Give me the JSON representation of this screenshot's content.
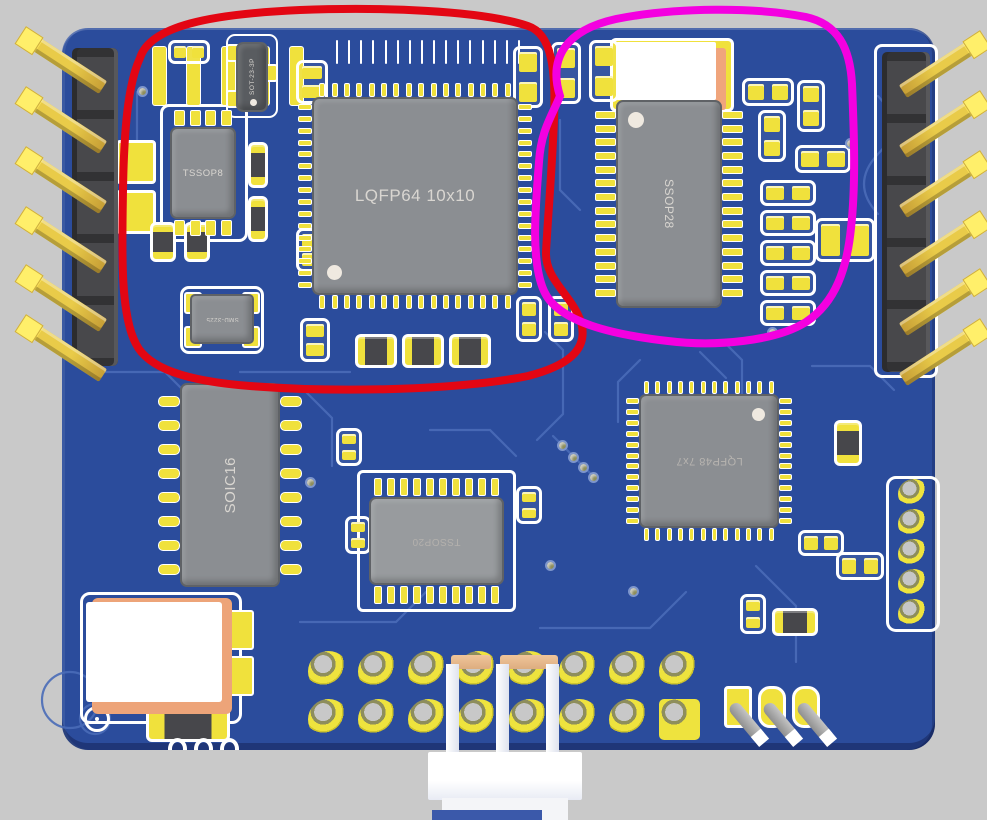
{
  "scene": {
    "type": "pcb-3d-render",
    "background_color": "#c9c9c9",
    "board_color": "#2b4c9c",
    "trace_color": "#4a6cb8",
    "pad_color": "#f0e13c",
    "silkscreen_color": "#ffffff"
  },
  "annotations": {
    "red_loop": {
      "color": "#e30613"
    },
    "magenta_loop": {
      "color": "#f400e0"
    }
  },
  "components": {
    "tssop8": {
      "label": "TSSOP8"
    },
    "sot23": {
      "label": "SOT-23-3P"
    },
    "lqfp64": {
      "label": "LQFP64 10x10"
    },
    "crystal": {
      "label": "SMD-3225"
    },
    "ssop28": {
      "label": "SSOP28"
    },
    "soic16": {
      "label": "SOIC16"
    },
    "tssop20": {
      "label": "TSSOP20"
    },
    "lqfp48": {
      "label": "LQFP48 7x7"
    }
  }
}
